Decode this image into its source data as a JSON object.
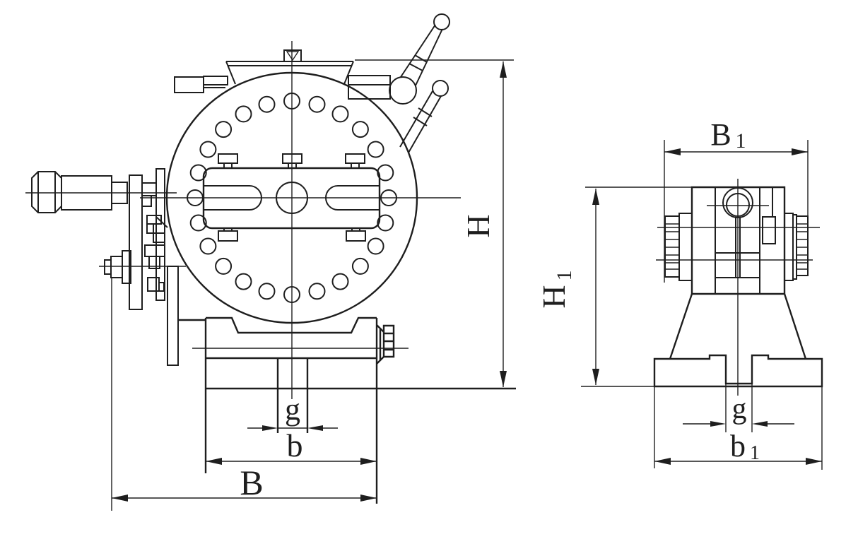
{
  "page": {
    "background": "#ffffff",
    "line_color": "#1e1e1e"
  },
  "drawing": {
    "views": [
      {
        "id": "front-view",
        "name": "front-view"
      },
      {
        "id": "side-view",
        "name": "side-view"
      }
    ],
    "index_plate": {
      "hole_count": 24
    },
    "dims": {
      "H": {
        "base": "H",
        "sub": ""
      },
      "B": {
        "base": "B",
        "sub": ""
      },
      "b": {
        "base": "b",
        "sub": ""
      },
      "g_front": {
        "base": "g",
        "sub": ""
      },
      "H1": {
        "base": "H",
        "sub": "1"
      },
      "B1": {
        "base": "B",
        "sub": "1"
      },
      "b1": {
        "base": "b",
        "sub": "1"
      },
      "g_side": {
        "base": "g",
        "sub": ""
      }
    }
  }
}
